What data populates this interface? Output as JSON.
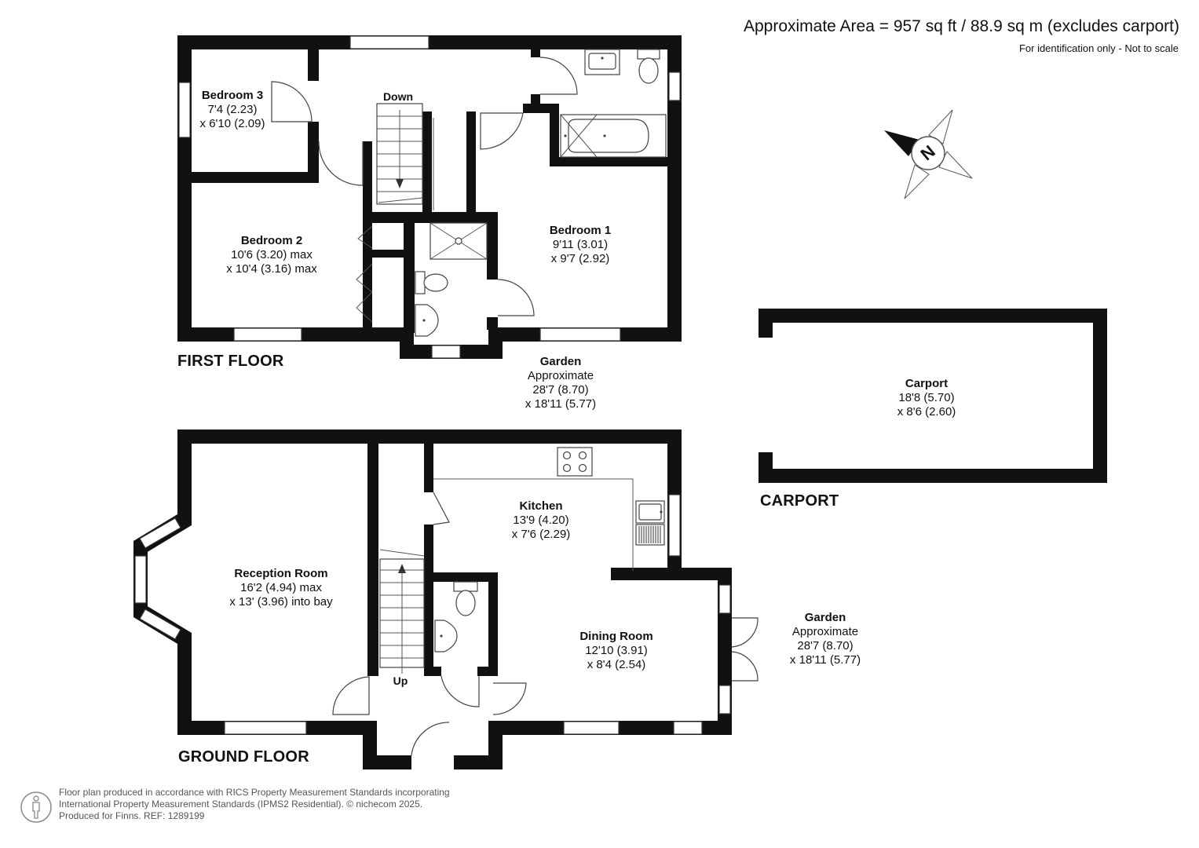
{
  "header": {
    "area": "Approximate Area = 957 sq ft / 88.9 sq m (excludes carport)",
    "scale_note": "For identification only - Not to scale"
  },
  "floors": {
    "first": "FIRST FLOOR",
    "ground": "GROUND FLOOR",
    "carport": "CARPORT"
  },
  "rooms": {
    "bedroom3": {
      "name": "Bedroom 3",
      "l1": "7'4 (2.23)",
      "l2": "x 6'10 (2.09)"
    },
    "bedroom2": {
      "name": "Bedroom 2",
      "l1": "10'6 (3.20) max",
      "l2": "x 10'4 (3.16) max"
    },
    "bedroom1": {
      "name": "Bedroom 1",
      "l1": "9'11 (3.01)",
      "l2": "x 9'7 (2.92)"
    },
    "garden_first": {
      "name": "Garden",
      "l1": "Approximate",
      "l2": "28'7 (8.70)",
      "l3": "x 18'11 (5.77)"
    },
    "carport": {
      "name": "Carport",
      "l1": "18'8 (5.70)",
      "l2": "x 8'6 (2.60)"
    },
    "reception": {
      "name": "Reception Room",
      "l1": "16'2 (4.94) max",
      "l2": "x 13' (3.96) into bay"
    },
    "kitchen": {
      "name": "Kitchen",
      "l1": "13'9 (4.20)",
      "l2": "x 7'6 (2.29)"
    },
    "dining": {
      "name": "Dining Room",
      "l1": "12'10 (3.91)",
      "l2": "x 8'4 (2.54)"
    },
    "garden_ground": {
      "name": "Garden",
      "l1": "Approximate",
      "l2": "28'7 (8.70)",
      "l3": "x 18'11 (5.77)"
    }
  },
  "stairs": {
    "down": "Down",
    "up": "Up"
  },
  "compass": {
    "letter": "N"
  },
  "footer": {
    "line1": "Floor plan produced in accordance with RICS Property Measurement Standards incorporating",
    "line2": "International Property Measurement Standards (IPMS2 Residential).  © nichecom 2025.",
    "line3": "Produced for Finns.   REF: 1289199"
  }
}
